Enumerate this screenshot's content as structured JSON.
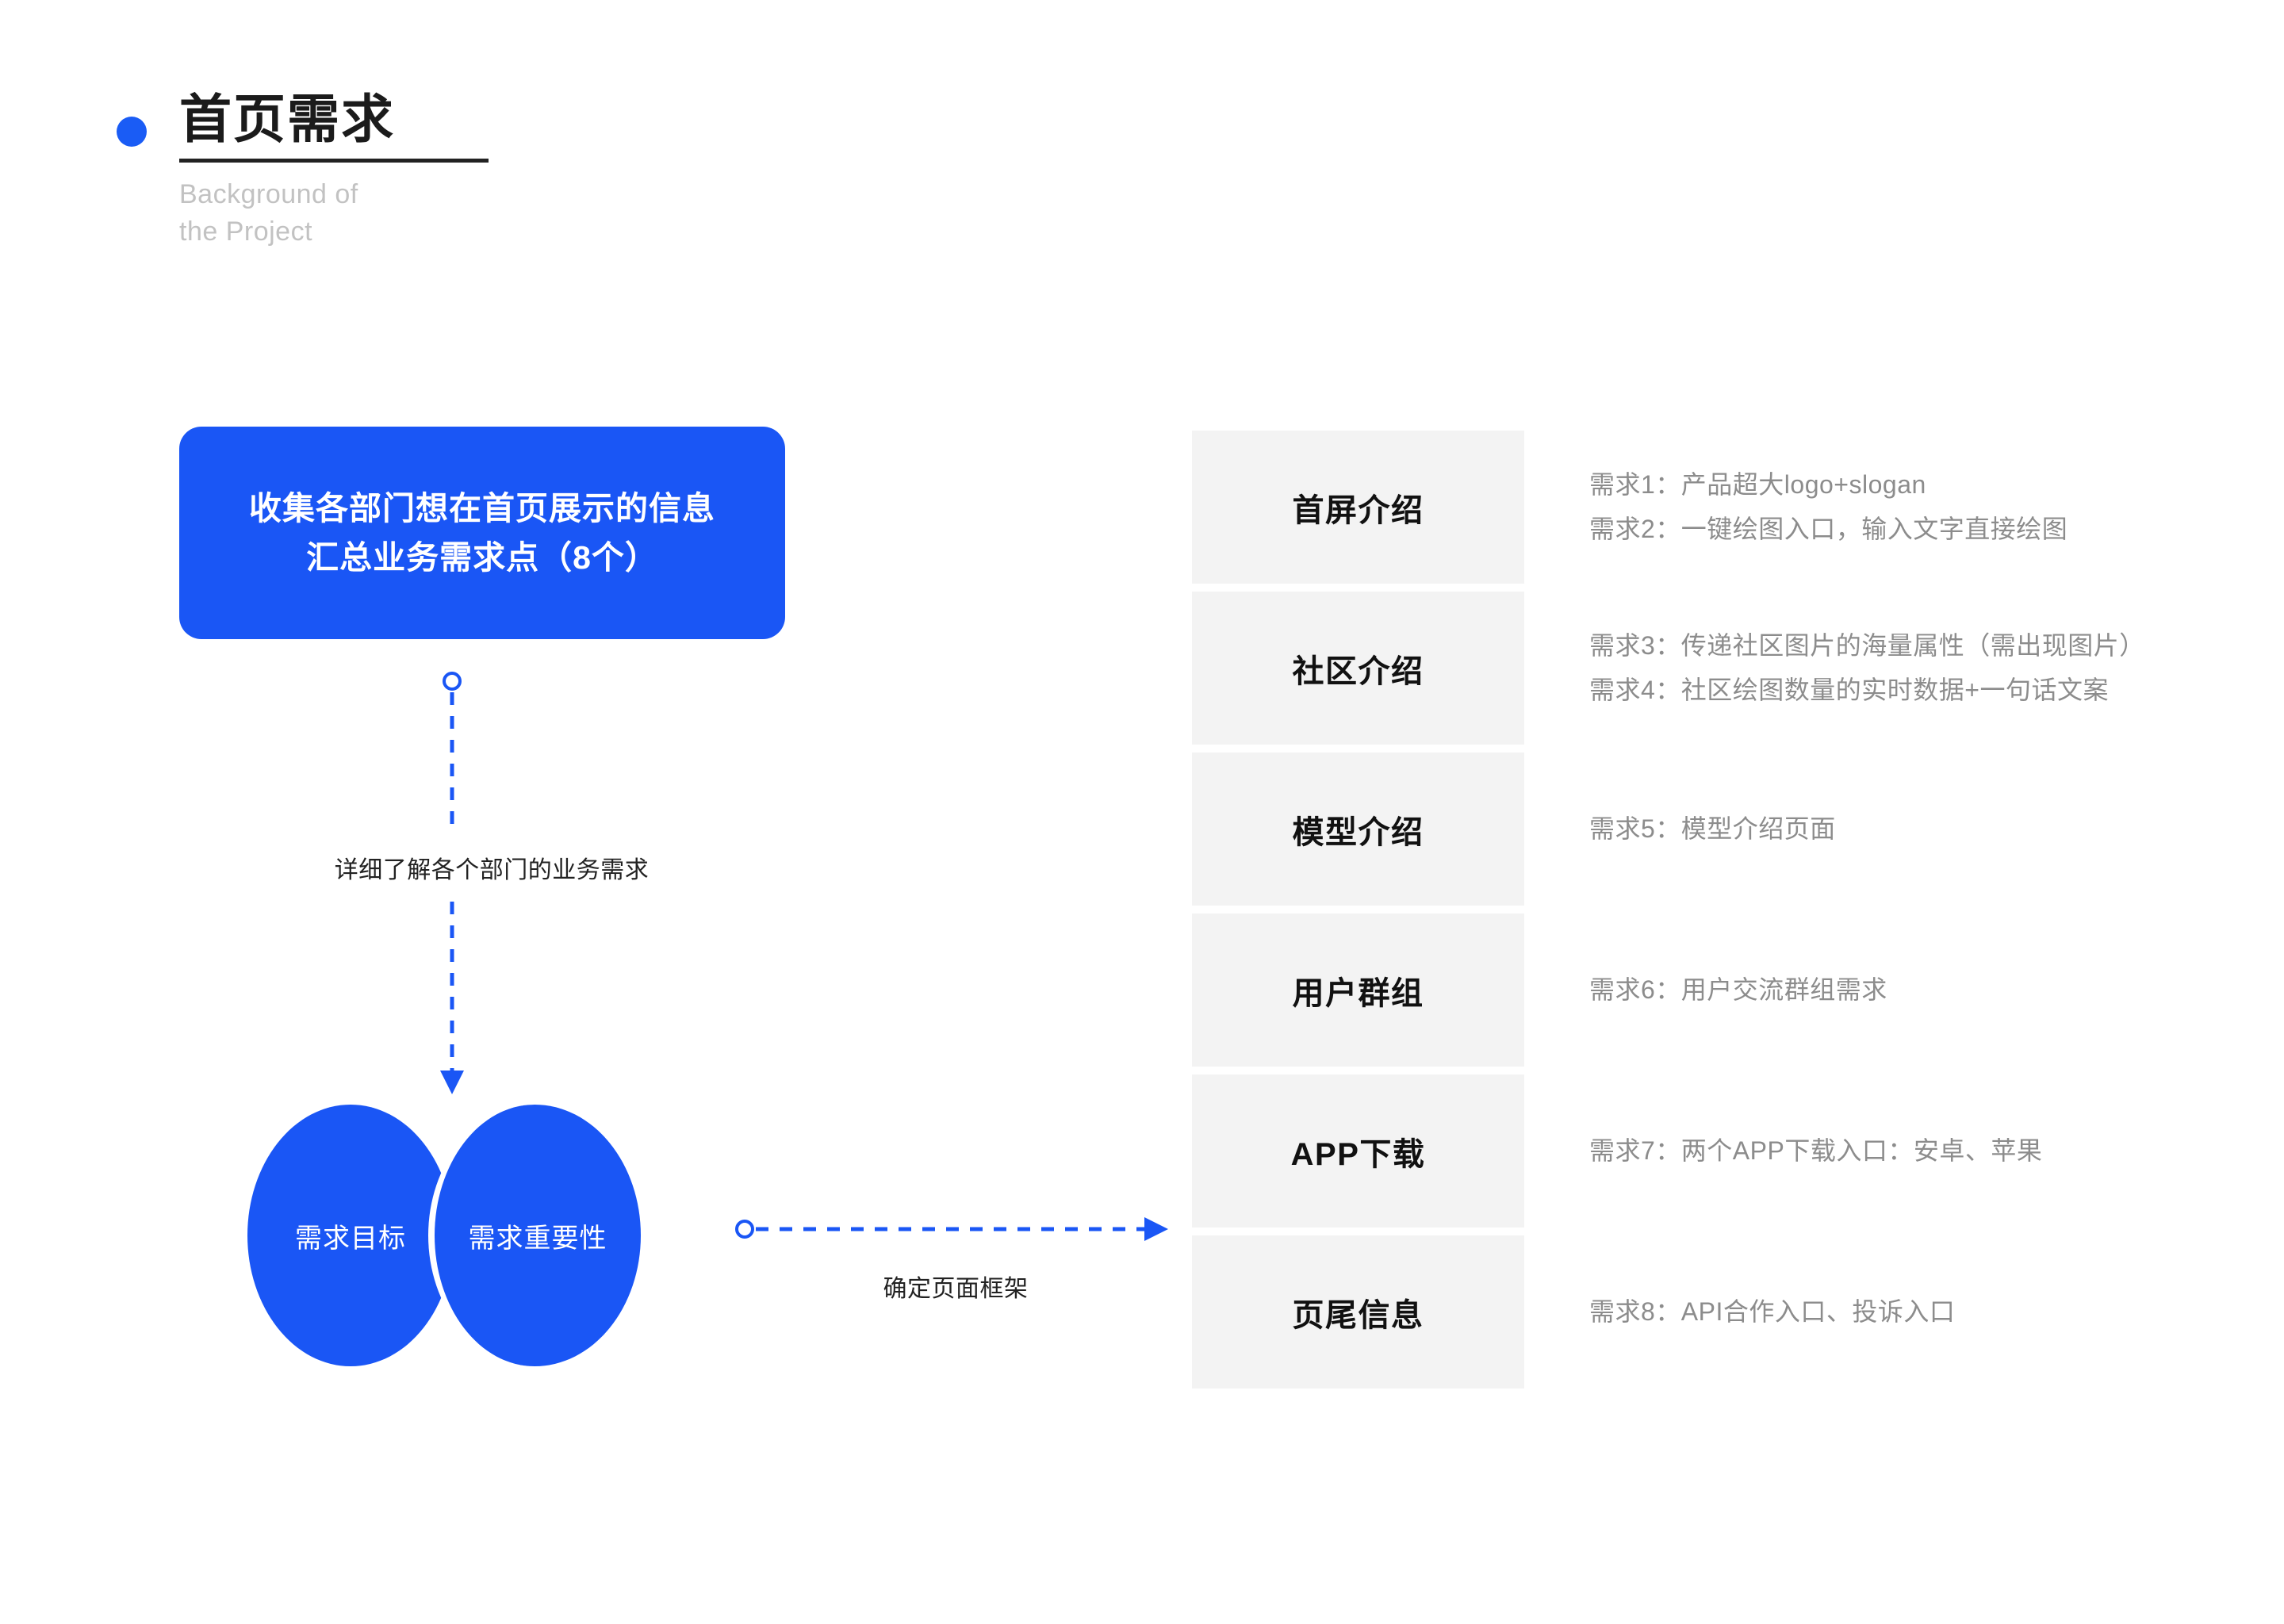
{
  "header": {
    "bullet_color": "#1a5cf5",
    "title": "首页需求",
    "subtitle": "Background of\nthe Project"
  },
  "theme": {
    "accent_blue": "#1a56f5",
    "panel_gray": "#f3f3f3",
    "body_text": "#8c8c8c",
    "heading_text": "#111111"
  },
  "flow": {
    "intake_box": {
      "line1": "收集各部门想在首页展示的信息",
      "line2": "汇总业务需求点（8个）"
    },
    "vertical_connector_label": "详细了解各个部门的业务需求",
    "venn": {
      "left_label": "需求目标",
      "right_label": "需求重要性"
    },
    "horizontal_connector_label": "确定页面框架"
  },
  "requirements": [
    {
      "category": "首屏介绍",
      "items": [
        "需求1：产品超大logo+slogan",
        "需求2：一键绘图入口，输入文字直接绘图"
      ]
    },
    {
      "category": "社区介绍",
      "items": [
        "需求3：传递社区图片的海量属性（需出现图片）",
        "需求4：社区绘图数量的实时数据+一句话文案"
      ]
    },
    {
      "category": "模型介绍",
      "items": [
        "需求5：模型介绍页面"
      ]
    },
    {
      "category": "用户群组",
      "items": [
        "需求6：用户交流群组需求"
      ]
    },
    {
      "category": "APP下载",
      "items": [
        "需求7：两个APP下载入口：安卓、苹果"
      ]
    },
    {
      "category": "页尾信息",
      "items": [
        "需求8：API合作入口、投诉入口"
      ]
    }
  ]
}
